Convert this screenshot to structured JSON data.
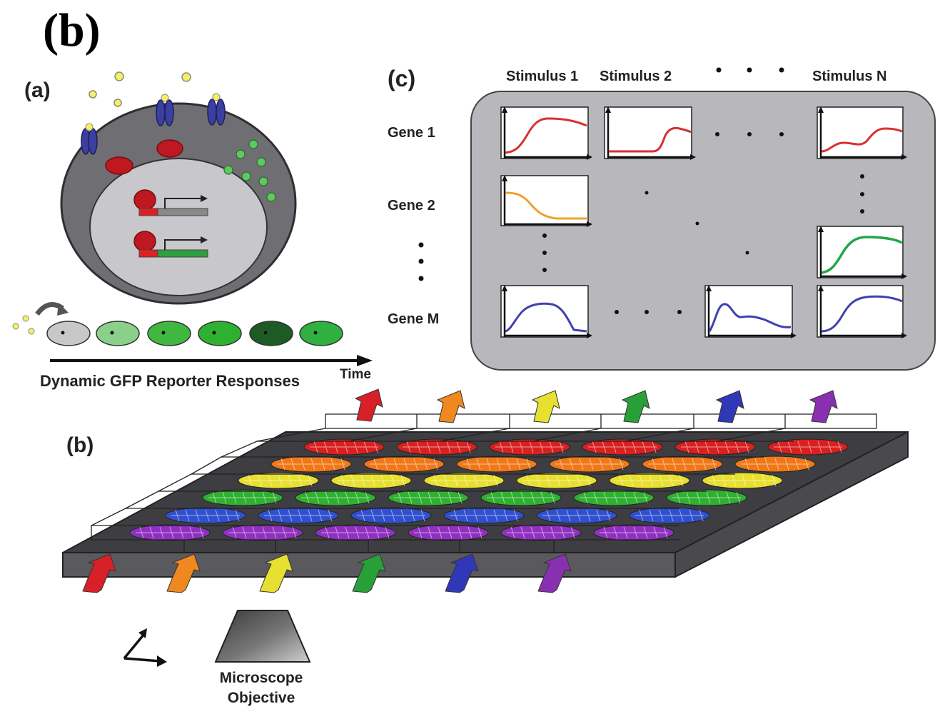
{
  "figure_label": "(b)",
  "panel_a": {
    "label": "(a)",
    "caption": "Dynamic GFP Reporter Responses",
    "time_label": "Time"
  },
  "panel_b": {
    "label": "(b)",
    "objective_label_line1": "Microscope",
    "objective_label_line2": "Objective",
    "row_colors": [
      "#d92020",
      "#f07818",
      "#e8e030",
      "#30b030",
      "#3050d0",
      "#9030c0"
    ]
  },
  "panel_c": {
    "label": "(c)",
    "stimulus_1": "Stimulus 1",
    "stimulus_2": "Stimulus 2",
    "stimulus_n": "Stimulus N",
    "gene_1": "Gene 1",
    "gene_2": "Gene 2",
    "gene_m": "Gene M",
    "curve_colors": {
      "gene1": "#d83030",
      "gene2": "#f0a030",
      "green": "#20a848",
      "geneM": "#4040b0"
    }
  }
}
